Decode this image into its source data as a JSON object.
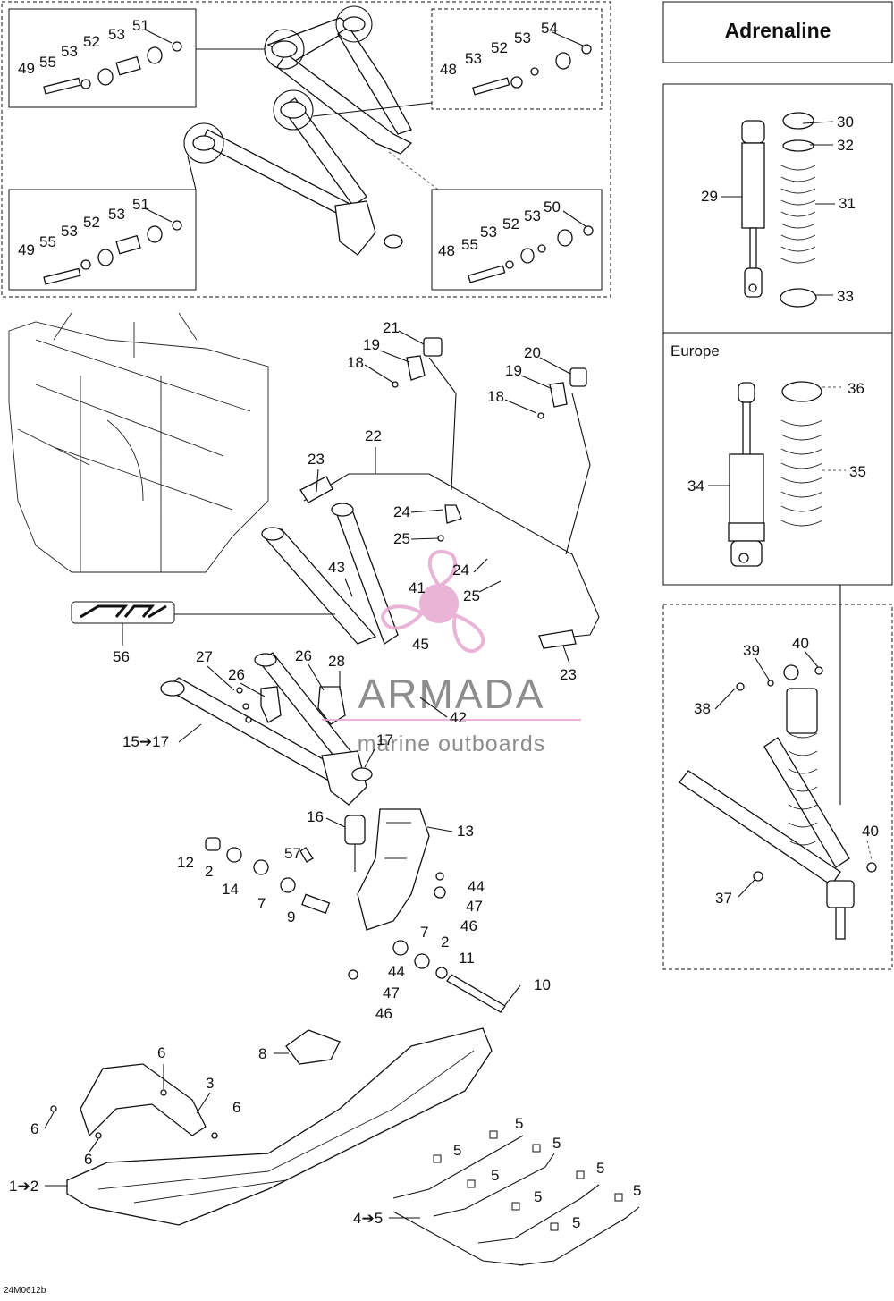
{
  "header": {
    "model": "Adrenaline"
  },
  "regions": {
    "europe": "Europe"
  },
  "drawing_code": "24M0612b",
  "watermark": {
    "brand": "ARMADA",
    "tagline": "marine outboards"
  },
  "callouts": {
    "c51a": "51",
    "c53a": "53",
    "c52a": "52",
    "c53b": "53",
    "c55a": "55",
    "c49a": "49",
    "c54": "54",
    "c53c": "53",
    "c52b": "52",
    "c53d": "53",
    "c48a": "48",
    "c51b": "51",
    "c53e": "53",
    "c52c": "52",
    "c53f": "53",
    "c55b": "55",
    "c49b": "49",
    "c50": "50",
    "c53g": "53",
    "c52d": "52",
    "c53h": "53",
    "c55c": "55",
    "c48b": "48",
    "c30": "30",
    "c32": "32",
    "c29": "29",
    "c31": "31",
    "c33": "33",
    "c36": "36",
    "c34": "34",
    "c35": "35",
    "c39": "39",
    "c40a": "40",
    "c38": "38",
    "c40b": "40",
    "c37": "37",
    "c21": "21",
    "c19a": "19",
    "c18a": "18",
    "c20": "20",
    "c19b": "19",
    "c18b": "18",
    "c22": "22",
    "c23a": "23",
    "c24a": "24",
    "c25a": "25",
    "c24b": "24",
    "c25b": "25",
    "c43": "43",
    "c41": "41",
    "c45": "45",
    "c56": "56",
    "c23b": "23",
    "c27": "27",
    "c26a": "26",
    "c26b": "26",
    "c28": "28",
    "c42": "42",
    "c1517": "15➔17",
    "c17": "17",
    "c16": "16",
    "c13": "13",
    "c12": "12",
    "c2a": "2",
    "c14": "14",
    "c7a": "7",
    "c9": "9",
    "c57": "57",
    "c44a": "44",
    "c47a": "47",
    "c46a": "46",
    "c7b": "7",
    "c2b": "2",
    "c11": "11",
    "c44b": "44",
    "c47b": "47",
    "c46b": "46",
    "c10": "10",
    "c8": "8",
    "c6a": "6",
    "c3": "3",
    "c6b": "6",
    "c6c": "6",
    "c6d": "6",
    "c12b": "1➔2",
    "c5a": "5",
    "c5b": "5",
    "c5c": "5",
    "c5d": "5",
    "c5e": "5",
    "c5f": "5",
    "c5g": "5",
    "c5h": "5",
    "c45b": "4➔5"
  }
}
